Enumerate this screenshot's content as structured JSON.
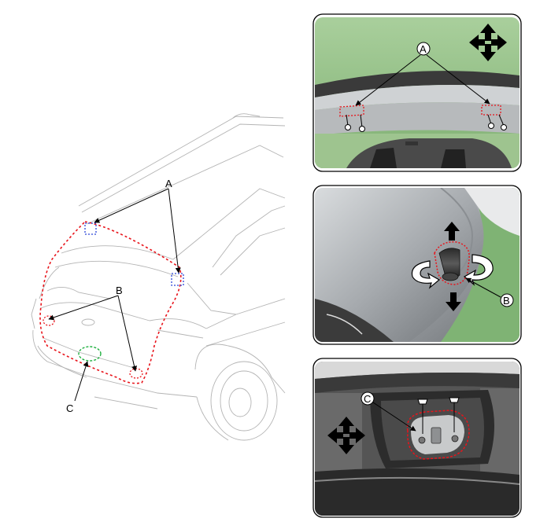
{
  "labels": {
    "a": "A",
    "b": "B",
    "c": "C"
  },
  "panels": {
    "top": {
      "callout": "A",
      "icon": "four-way-move-arrows"
    },
    "middle": {
      "callout": "B",
      "icon": "up-down-and-rotate-arrows"
    },
    "bottom": {
      "callout": "C",
      "icon": "four-way-move-arrows"
    }
  },
  "colors": {
    "outline_red": "#e8141b",
    "marker_blue": "#2b45d8",
    "marker_green": "#20b040",
    "top_photo_bg": "#8fbf84",
    "middle_photo_bg": "#7fb374",
    "metal": "#b8bcc0"
  }
}
